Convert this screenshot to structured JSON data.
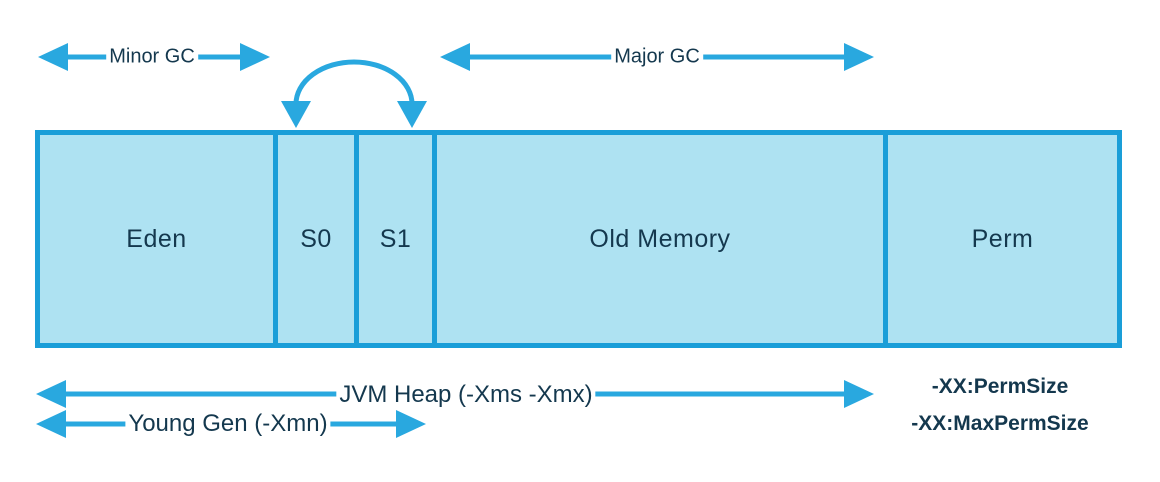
{
  "heap_sections": [
    {
      "label": "Eden"
    },
    {
      "label": "S0"
    },
    {
      "label": "S1"
    },
    {
      "label": "Old Memory"
    },
    {
      "label": "Perm"
    }
  ],
  "annotations": {
    "minor_gc": "Minor GC",
    "major_gc": "Major GC",
    "jvm_heap": "JVM Heap (-Xms -Xmx)",
    "young_gen": "Young Gen (-Xmn)",
    "perm_size": "-XX:PermSize",
    "max_perm_size": "-XX:MaxPermSize"
  },
  "colors": {
    "section_fill": "#aee2f2",
    "section_border": "#1a9ed8",
    "arrow": "#29a8df",
    "text": "#14384e",
    "background": "#ffffff"
  }
}
